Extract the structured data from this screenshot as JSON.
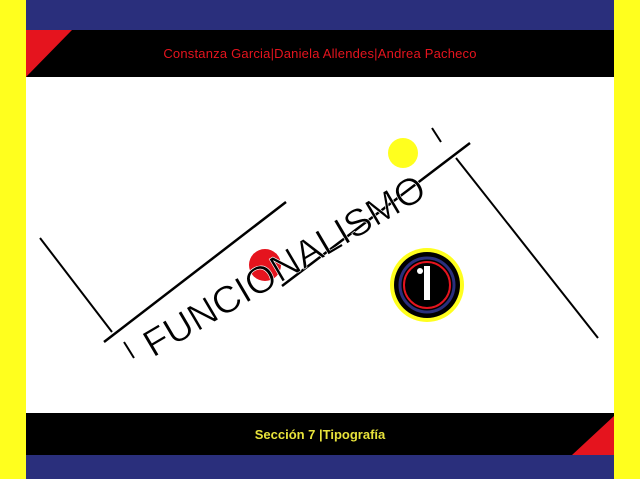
{
  "header": {
    "authors": "Constanza Garcia|Daniela Allendes|Andrea Pacheco"
  },
  "title": {
    "word": "FUNCIONALISMO"
  },
  "footer": {
    "text": "Sección 7 |Tipografía"
  },
  "colors": {
    "navy": "#2a2f7c",
    "yellow": "#ffff1e",
    "red": "#e5141e",
    "black": "#000000",
    "footer_text": "#e8e33a"
  },
  "icons": [
    "corner-triangle-red",
    "circular-emblem"
  ]
}
